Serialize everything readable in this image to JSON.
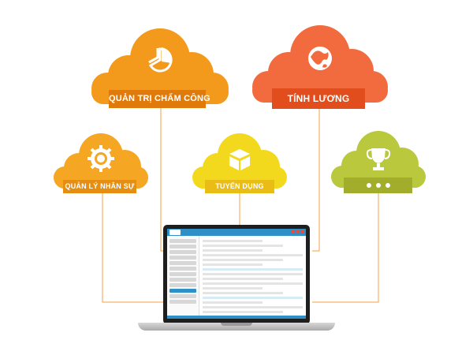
{
  "clouds": [
    {
      "id": "quan-tri-cham-cong",
      "label": "QUẢN TRỊ CHẤM CÔNG",
      "icon": "pie-chart-icon",
      "color": "#f39a1c",
      "banner_color": "#e07b0b"
    },
    {
      "id": "tinh-luong",
      "label": "TÍNH LƯƠNG",
      "icon": "globe-icon",
      "color": "#f26b3f",
      "banner_color": "#e14d1d"
    },
    {
      "id": "quan-ly-nhan-su",
      "label": "QUẢN LÝ NHÂN SỰ",
      "icon": "gear-icon",
      "color": "#f5a623",
      "banner_color": "#e58e11"
    },
    {
      "id": "tuyen-dung",
      "label": "TUYỂN DỤNG",
      "icon": "box-icon",
      "color": "#f3d91d",
      "banner_color": "#e9bd16"
    },
    {
      "id": "more",
      "label": "",
      "icon": "trophy-icon",
      "color": "#b9c83d",
      "banner_color": "#a2ad2c"
    }
  ],
  "connector_color": "#f0a24a",
  "laptop": {
    "accent": "#2f8fc7"
  }
}
